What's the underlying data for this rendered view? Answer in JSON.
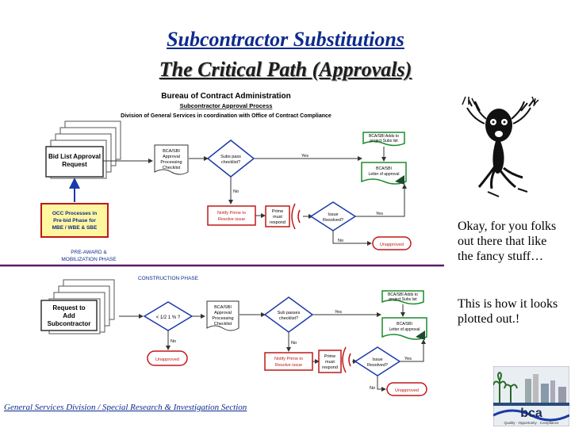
{
  "title": {
    "line1": "Subcontractor Substitutions",
    "line2": "The Critical Path (Approvals)"
  },
  "diagram": {
    "header1": "Bureau of Contract Administration",
    "header2": "Subcontractor Approval Process",
    "header3": "Division of General Services in coordination with Office of Contract Compliance",
    "bid_list": [
      "Bid List Approval",
      "Request"
    ],
    "occ_process": [
      "OCC Processes in",
      "Pre-bid Phase for",
      "MBE / WBE & SBE"
    ],
    "approval_checklist": [
      "BCA/SBI",
      "Approval",
      "Processing",
      "Checklist"
    ],
    "sub_checklist": [
      "Subs pass",
      "checklist?"
    ],
    "notify_prime": [
      "Notify Prime to",
      "Resolve issue"
    ],
    "prime_must": [
      "Prime",
      "must",
      "respond"
    ],
    "issue_resolved": [
      "Issue",
      "Resolved?"
    ],
    "bca_adds": [
      "BCA/SBI Adds to",
      "project Subs list"
    ],
    "bca_letter": [
      "BCA/SBI",
      "Letter of approval"
    ],
    "unapproved": "Unapproved",
    "yes": "Yes",
    "no": "No",
    "pre_award": [
      "PRE-AWARD &",
      "MOBILIZATION PHASE"
    ],
    "construction": "CONSTRUCTION PHASE",
    "request_add": [
      "Request to",
      "Add",
      "Subcontractor"
    ],
    "half_pct": "< 1/2 1 % ?",
    "approval_checklist2": [
      "BCA/SBI",
      "Approval",
      "Processing",
      "Checklist"
    ],
    "sub_checklist2": [
      "Sub passes",
      "checklist?"
    ],
    "notify_prime2": [
      "Notify Prime to",
      "Resolve issue"
    ],
    "prime_must2": [
      "Prime",
      "must",
      "respond"
    ],
    "issue_resolved2": [
      "Issue",
      "Resolved?"
    ],
    "bca_adds2": [
      "BCA/SBI Adds to",
      "project Subs list"
    ],
    "bca_letter2": [
      "BCA/SBI",
      "Letter of approval"
    ]
  },
  "aside": {
    "para1": "Okay, for you folks out there that like the fancy stuff…",
    "para2": "This is how it looks plotted out.!"
  },
  "footer": "General Services Division / Special Research & Investigation Section",
  "logo": {
    "text": "bca",
    "tagline": "Quality · Opportunity · Compliance"
  },
  "colors": {
    "title_blue": "#0e2a8c",
    "flow_red": "#c01818",
    "flow_green": "#1c8c2c",
    "phase_line": "#5a1a6a",
    "arrow_blue": "#1a3aa8"
  }
}
